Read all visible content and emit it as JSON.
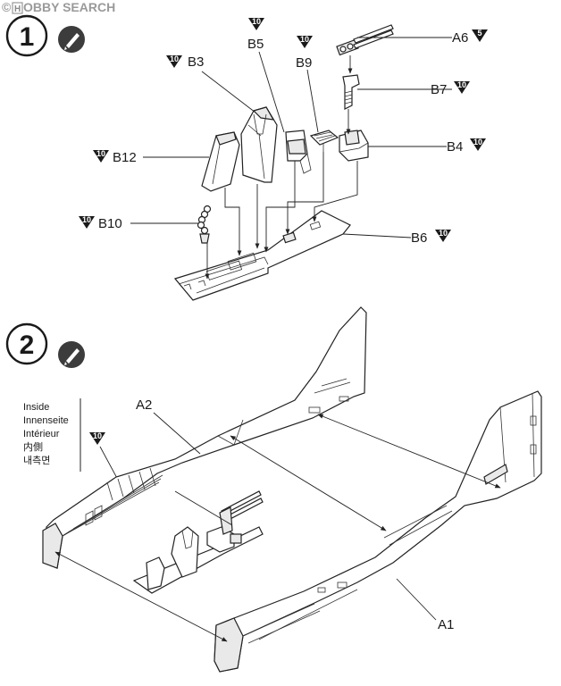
{
  "watermark": {
    "prefix": "©",
    "boxed": "H",
    "text": "OBBY SEARCH"
  },
  "steps": [
    {
      "number": "1"
    },
    {
      "number": "2"
    }
  ],
  "icons": {
    "paint_icon": "paint-drop-icon"
  },
  "paint_code": "10",
  "step1_labels": {
    "a6": "A6",
    "a6_code": "5",
    "b3": "B3",
    "b5": "B5",
    "b9": "B9",
    "b7": "B7",
    "b4": "B4",
    "b12": "B12",
    "b10": "B10",
    "b6": "B6"
  },
  "step2_labels": {
    "a2": "A2",
    "a1": "A1",
    "inside": [
      "Inside",
      "Innenseite",
      "Intérieur",
      "内側",
      "내측면"
    ]
  }
}
